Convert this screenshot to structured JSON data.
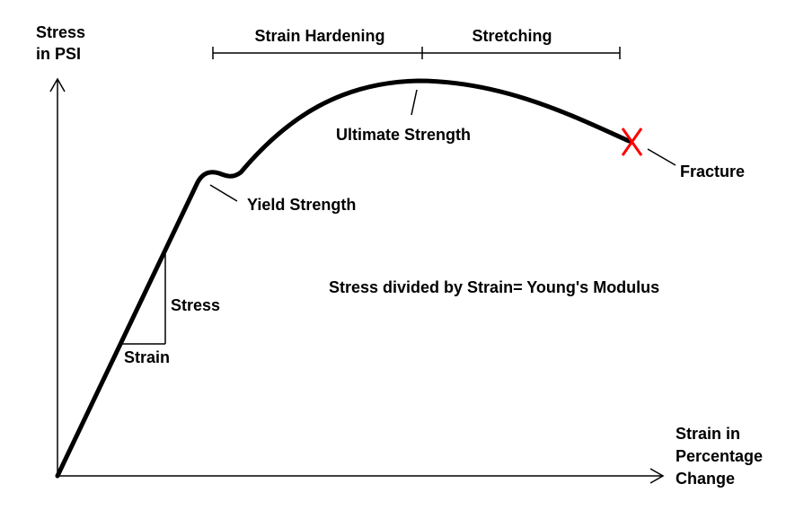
{
  "title": "Stress-Strain Curve",
  "y_axis_label": [
    "Stress",
    "in PSI"
  ],
  "x_axis_label": [
    "Strain in",
    "Percentage",
    "Change"
  ],
  "regions": {
    "strain_hardening": "Strain Hardening",
    "stretching": "Stretching"
  },
  "annotations": {
    "ultimate_strength": "Ultimate Strength",
    "yield_strength": "Yield Strength",
    "fracture": "Fracture",
    "youngs_modulus": "Stress divided by Strain= Young's Modulus",
    "triangle_stress": "Stress",
    "triangle_strain": "Strain"
  },
  "colors": {
    "curve": "#000000",
    "fracture_mark": "#ff0000"
  }
}
